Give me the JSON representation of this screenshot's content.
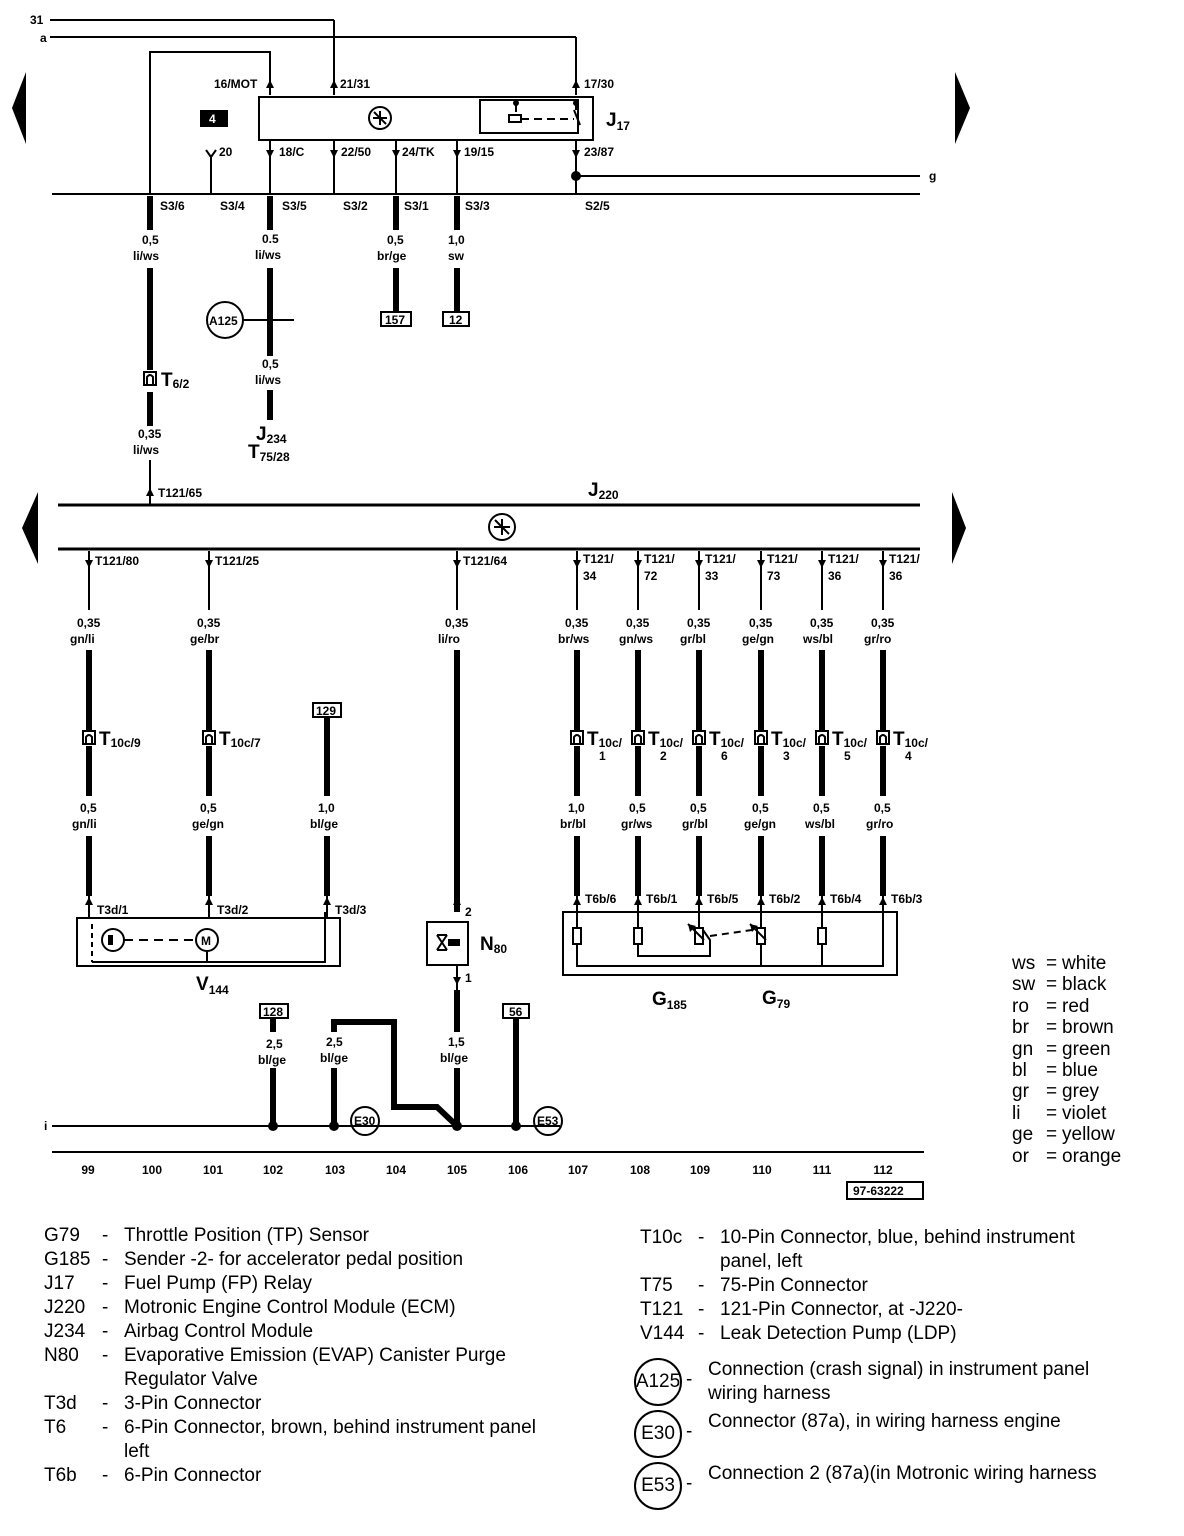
{
  "top_rails": {
    "rail_31": "31",
    "rail_a": "a",
    "rail_g": "g"
  },
  "j17": {
    "name": "J",
    "sub": "17"
  },
  "badge": "4",
  "top_pins": {
    "mot": "16/MOT",
    "p2131": "21/31",
    "p1730": "17/30"
  },
  "bottom_pins": {
    "p20": "20",
    "p18c": "18/C",
    "p2250": "22/50",
    "p24tk": "24/TK",
    "p1915": "19/15",
    "p2387": "23/87"
  },
  "splices": [
    "S3/6",
    "S3/4",
    "S3/5",
    "S3/2",
    "S3/1",
    "S3/3",
    "S2/5"
  ],
  "wires_top": {
    "w1": [
      "0,5",
      "li/ws"
    ],
    "w2": [
      "0.5",
      "li/ws"
    ],
    "w3": [
      "0,5",
      "br/ge"
    ],
    "w4": [
      "1,0",
      "sw"
    ],
    "w2b": [
      "0,5",
      "li/ws"
    ],
    "w1b": [
      "0,35",
      "li/ws"
    ]
  },
  "refs_top": {
    "r157": "157",
    "r12": "12"
  },
  "a125": "A125",
  "t6": {
    "name": "T",
    "sub": "6/2"
  },
  "j234": {
    "name": "J",
    "sub": "234",
    "conn_name": "T",
    "conn_sub": "75/28"
  },
  "j220": {
    "name": "J",
    "sub": "220",
    "pin": "T121/65"
  },
  "j220_pins": [
    "T121/80",
    "T121/25",
    "T121/64",
    "T121/",
    "T121/",
    "T121/",
    "T121/",
    "T121/",
    "T121/"
  ],
  "j220_pins_line2": [
    "34",
    "72",
    "33",
    "73",
    "36",
    "36"
  ],
  "wires_mid": [
    [
      "0,35",
      "gn/li"
    ],
    [
      "0,35",
      "ge/br"
    ],
    [
      "0,35",
      "li/ro"
    ],
    [
      "0,35",
      "br/ws"
    ],
    [
      "0,35",
      "gn/ws"
    ],
    [
      "0,35",
      "gr/bl"
    ],
    [
      "0,35",
      "ge/gn"
    ],
    [
      "0,35",
      "ws/bl"
    ],
    [
      "0,35",
      "gr/ro"
    ]
  ],
  "t10c": [
    {
      "name": "T",
      "sub": "10c/9"
    },
    {
      "name": "T",
      "sub": "10c/7"
    },
    {
      "name": "T",
      "sub": "10c/",
      "line2": "1"
    },
    {
      "name": "T",
      "sub": "10c/",
      "line2": "2"
    },
    {
      "name": "T",
      "sub": "10c/",
      "line2": "6"
    },
    {
      "name": "T",
      "sub": "10c/",
      "line2": "3"
    },
    {
      "name": "T",
      "sub": "10c/",
      "line2": "5"
    },
    {
      "name": "T",
      "sub": "10c/",
      "line2": "4"
    }
  ],
  "ref129": "129",
  "wires_low": [
    [
      "0,5",
      "gn/li"
    ],
    [
      "0,5",
      "ge/gn"
    ],
    [
      "1,0",
      "bl/ge"
    ],
    [
      "1,0",
      "br/bl"
    ],
    [
      "0,5",
      "gr/ws"
    ],
    [
      "0,5",
      "gr/bl"
    ],
    [
      "0,5",
      "ge/gn"
    ],
    [
      "0,5",
      "ws/bl"
    ],
    [
      "0,5",
      "gr/ro"
    ]
  ],
  "t3d": [
    "T3d/1",
    "T3d/2",
    "T3d/3"
  ],
  "t6b": [
    "T6b/6",
    "T6b/1",
    "T6b/5",
    "T6b/2",
    "T6b/4",
    "T6b/3"
  ],
  "v144": {
    "name": "V",
    "sub": "144"
  },
  "n80": {
    "name": "N",
    "sub": "80",
    "pin2": "2",
    "pin1": "1"
  },
  "g185": {
    "name": "G",
    "sub": "185"
  },
  "g79": {
    "name": "G",
    "sub": "79"
  },
  "refs_low": {
    "r128": "128",
    "r56": "56"
  },
  "wires_ground": [
    [
      "2,5",
      "bl/ge"
    ],
    [
      "2,5",
      "bl/ge"
    ],
    [
      "1,5",
      "bl/ge"
    ]
  ],
  "e30": "E30",
  "e53": "E53",
  "ground_i": "i",
  "track_numbers": [
    "99",
    "100",
    "101",
    "102",
    "103",
    "104",
    "105",
    "106",
    "107",
    "108",
    "109",
    "110",
    "111",
    "112"
  ],
  "doc_number": "97-63222",
  "color_legend": [
    {
      "abbr": "ws",
      "name": "white"
    },
    {
      "abbr": "sw",
      "name": "black"
    },
    {
      "abbr": "ro",
      "name": "red"
    },
    {
      "abbr": "br",
      "name": "brown"
    },
    {
      "abbr": "gn",
      "name": "green"
    },
    {
      "abbr": "bl",
      "name": "blue"
    },
    {
      "abbr": "gr",
      "name": "grey"
    },
    {
      "abbr": "li",
      "name": "violet"
    },
    {
      "abbr": "ge",
      "name": "yellow"
    },
    {
      "abbr": "or",
      "name": "orange"
    }
  ],
  "legend_left": [
    {
      "code": "G79",
      "desc": "Throttle Position (TP) Sensor"
    },
    {
      "code": "G185",
      "desc": "Sender -2- for accelerator pedal position"
    },
    {
      "code": "J17",
      "desc": "Fuel Pump (FP) Relay"
    },
    {
      "code": "J220",
      "desc": "Motronic Engine Control Module (ECM)"
    },
    {
      "code": "J234",
      "desc": "Airbag Control Module"
    },
    {
      "code": "N80",
      "desc": "Evaporative Emission (EVAP) Canister Purge Regulator Valve"
    },
    {
      "code": "T3d",
      "desc": "3-Pin Connector"
    },
    {
      "code": "T6",
      "desc": "6-Pin Connector, brown, behind instrument panel left"
    },
    {
      "code": "T6b",
      "desc": "6-Pin Connector"
    }
  ],
  "legend_right": [
    {
      "code": "T10c",
      "desc": "10-Pin Connector, blue, behind instrument panel, left"
    },
    {
      "code": "T75",
      "desc": "75-Pin Connector"
    },
    {
      "code": "T121",
      "desc": "121-Pin Connector, at -J220-"
    },
    {
      "code": "V144",
      "desc": "Leak Detection Pump (LDP)"
    }
  ],
  "legend_circles": [
    {
      "code": "A125",
      "desc": "Connection (crash signal) in instrument panel wiring harness"
    },
    {
      "code": "E30",
      "desc": "Connector (87a), in wiring harness engine"
    },
    {
      "code": "E53",
      "desc": "Connection 2 (87a)(in Motronic wiring harness"
    }
  ],
  "legend_dash": "-"
}
